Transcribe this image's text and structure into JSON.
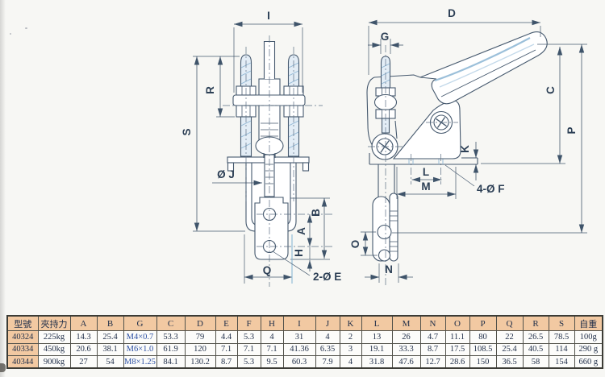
{
  "page": {
    "background": "#f7f7f4"
  },
  "drawing": {
    "line_color": "#46596e",
    "accent_blue": "#9cc0da",
    "front_view_labels": {
      "i": "I",
      "s": "S",
      "r": "R",
      "oj": "Ø J",
      "b": "B",
      "a": "A",
      "h": "H",
      "q": "Q",
      "e2": "2-Ø E"
    },
    "side_view_labels": {
      "d": "D",
      "g": "G",
      "c": "C",
      "p": "P",
      "k": "K",
      "l": "L",
      "m": "M",
      "f4": "4-Ø F",
      "o": "O",
      "n": "N"
    }
  },
  "table": {
    "header_bg": "#f2c9a2",
    "border_color": "#52524b",
    "text_color": "#22304a",
    "thread_text_color": "#2b4fa3",
    "headers": [
      "型號",
      "夾持力",
      "A",
      "B",
      "G",
      "C",
      "D",
      "E",
      "F",
      "H",
      "I",
      "J",
      "K",
      "L",
      "M",
      "N",
      "O",
      "P",
      "Q",
      "R",
      "S",
      "自重"
    ],
    "rows": [
      [
        "40324",
        "225kg",
        "14.3",
        "25.4",
        "M4×0.7",
        "53.3",
        "79",
        "4.4",
        "5.3",
        "4",
        "31",
        "4",
        "2",
        "13",
        "26",
        "4.7",
        "11.1",
        "80",
        "22",
        "26.5",
        "78.5",
        "100g"
      ],
      [
        "40334",
        "450kg",
        "20.6",
        "38.1",
        "M6×1.0",
        "61.9",
        "120",
        "7.1",
        "7.1",
        "7.1",
        "41.36",
        "6.35",
        "3",
        "19.1",
        "33.3",
        "8.7",
        "17.5",
        "108.5",
        "25.4",
        "40.5",
        "114",
        "290 g"
      ],
      [
        "40344",
        "900kg",
        "27",
        "54",
        "M8×1.25",
        "84.1",
        "130.2",
        "8.7",
        "5.3",
        "9.5",
        "60.3",
        "7.9",
        "4",
        "31.8",
        "47.6",
        "12.7",
        "28.6",
        "150",
        "36.5",
        "58",
        "154",
        "660 g"
      ]
    ]
  }
}
